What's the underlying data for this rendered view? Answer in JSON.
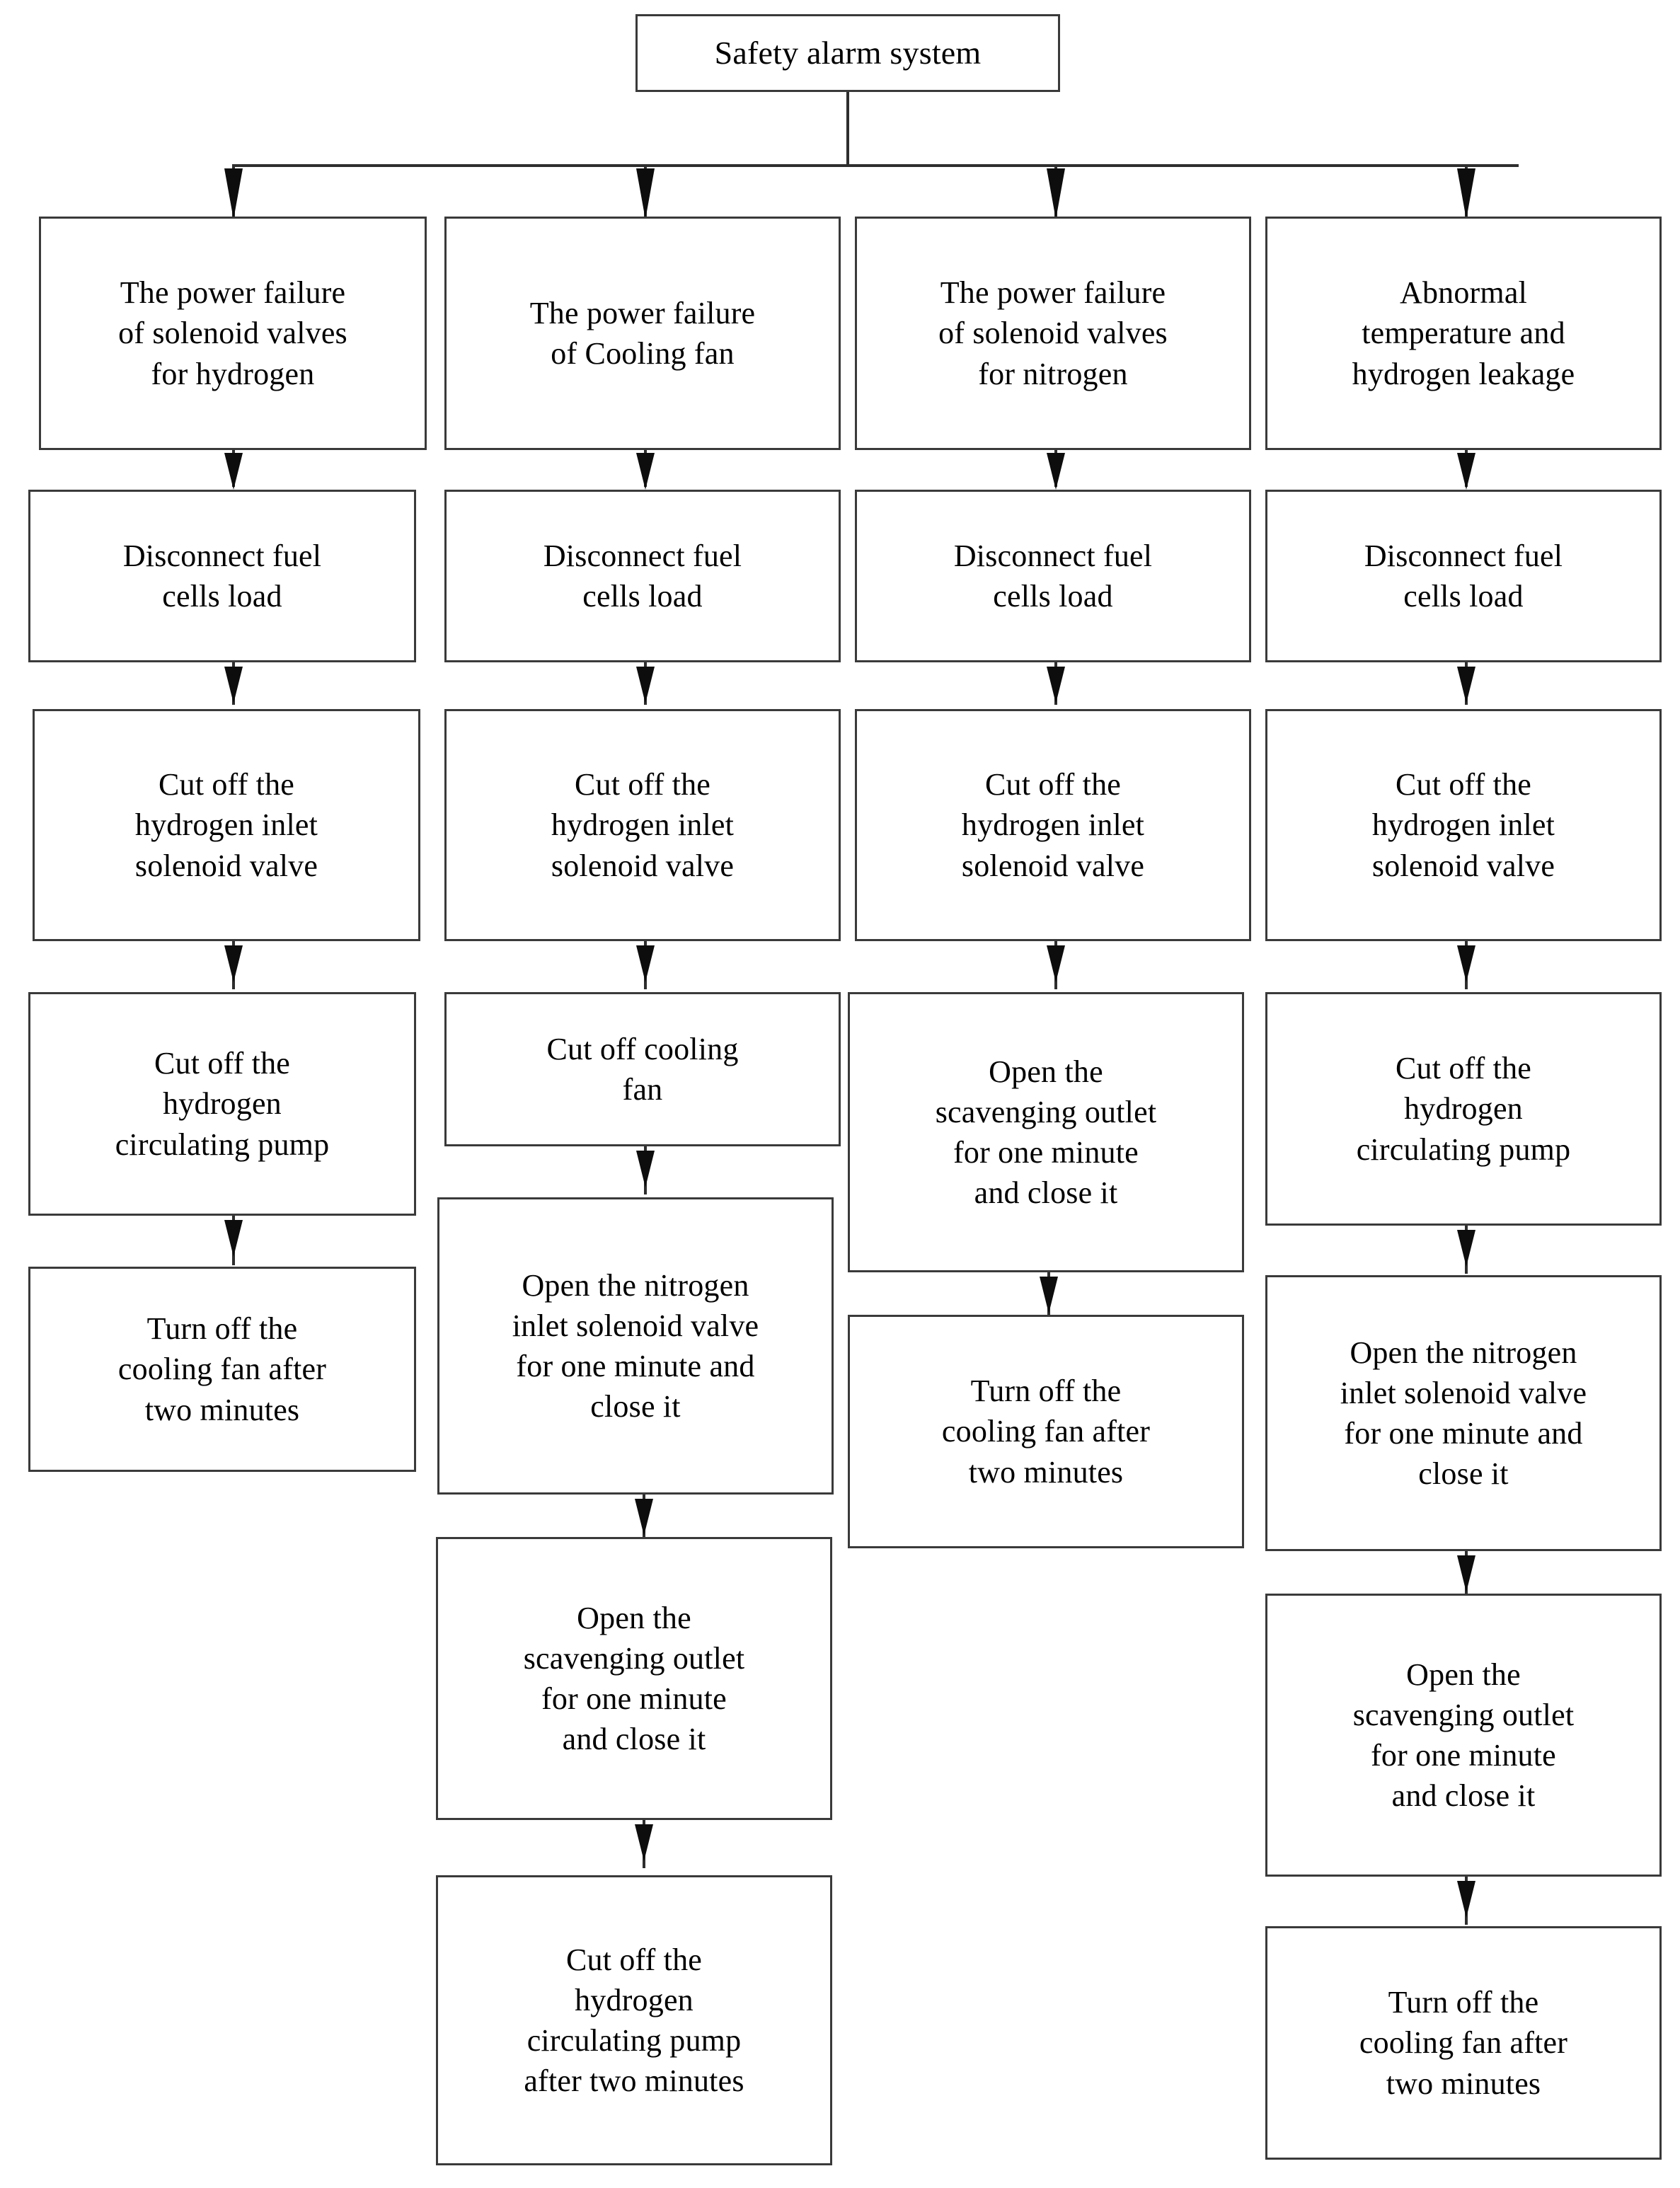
{
  "diagram": {
    "title": "Safety alarm system",
    "root": {
      "id": "root",
      "label": "Safety alarm system"
    },
    "columns": [
      {
        "id": "column-1",
        "trigger": "The power failure\nof solenoid valves\nfor hydrogen",
        "steps": [
          "The power failure\nof solenoid valves\nfor hydrogen",
          "Disconnect fuel\ncells load",
          "Cut off the\nhydrogen inlet\nsolenoid valve",
          "Cut off the\nhydrogen\ncirculating pump",
          "Turn off the\ncooling fan after\ntwo minutes"
        ]
      },
      {
        "id": "column-2",
        "trigger": "The power failure\nof Cooling fan",
        "steps": [
          "The power failure\nof Cooling fan",
          "Disconnect fuel\ncells load",
          "Cut off the\nhydrogen inlet\nsolenoid valve",
          "Cut off cooling\nfan",
          "Open the nitrogen\ninlet solenoid valve\nfor one minute and\nclose it",
          "Open the\nscavenging outlet\nfor one minute\nand close it",
          "Cut off the\nhydrogen\ncirculating pump\nafter two minutes"
        ]
      },
      {
        "id": "column-3",
        "trigger": "The power failure\nof solenoid valves\nfor nitrogen",
        "steps": [
          "The power failure\nof solenoid valves\nfor nitrogen",
          "Disconnect fuel\ncells load",
          "Cut off the\nhydrogen inlet\nsolenoid valve",
          "Open the\nscavenging outlet\nfor one minute\nand close it",
          "Turn off the\ncooling fan after\ntwo minutes"
        ]
      },
      {
        "id": "column-4",
        "trigger": "Abnormal\ntemperature and\nhydrogen leakage",
        "steps": [
          "Abnormal\ntemperature and\nhydrogen leakage",
          "Disconnect fuel\ncells load",
          "Cut off the\nhydrogen inlet\nsolenoid valve",
          "Cut off the\nhydrogen\ncirculating pump",
          "Open the nitrogen\ninlet solenoid valve\nfor one minute and\nclose it",
          "Open the\nscavenging outlet\nfor one minute\nand close it",
          "Turn off the\ncooling fan after\ntwo minutes"
        ]
      }
    ],
    "colors": {
      "box_border": "#3a3a3a",
      "connector": "#2e2e2e",
      "background": "#ffffff",
      "text": "#000000"
    }
  }
}
